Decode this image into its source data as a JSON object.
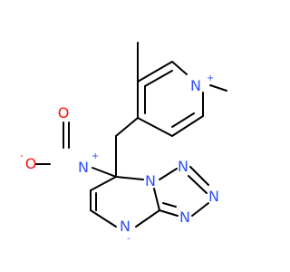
{
  "molecule": {
    "colors": {
      "nitrogen": "#3050F8",
      "oxygen": "#FF0D0D",
      "carbon": "#000000"
    },
    "atoms": {
      "n_pyridinium": {
        "symbol": "N",
        "charge": "+"
      },
      "n_nitro": {
        "symbol": "N",
        "charge": "+"
      },
      "o_nitro_double": {
        "symbol": "O"
      },
      "o_nitro_anion": {
        "symbol": "O",
        "charge": "-"
      },
      "n_bridge": {
        "symbol": "N"
      },
      "n_triazole_top": {
        "symbol": "N"
      },
      "n_triazole_right": {
        "symbol": "N"
      },
      "n_triazole_bottom": {
        "symbol": "N"
      },
      "n_anion": {
        "symbol": "N",
        "charge": "-"
      }
    }
  }
}
